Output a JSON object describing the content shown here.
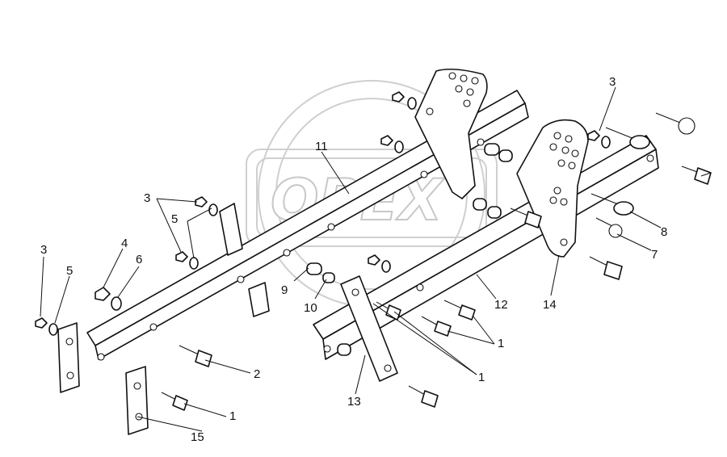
{
  "watermark": {
    "text": "OPEX"
  },
  "callouts": [
    {
      "id": "c3a",
      "label": "3"
    },
    {
      "id": "c5a",
      "label": "5"
    },
    {
      "id": "c4",
      "label": "4"
    },
    {
      "id": "c6",
      "label": "6"
    },
    {
      "id": "c3b",
      "label": "3"
    },
    {
      "id": "c5b",
      "label": "5"
    },
    {
      "id": "c11",
      "label": "11"
    },
    {
      "id": "c3c",
      "label": "3"
    },
    {
      "id": "c9",
      "label": "9"
    },
    {
      "id": "c10",
      "label": "10"
    },
    {
      "id": "c2",
      "label": "2"
    },
    {
      "id": "c1a",
      "label": "1"
    },
    {
      "id": "c15",
      "label": "15"
    },
    {
      "id": "c13",
      "label": "13"
    },
    {
      "id": "c1b",
      "label": "1"
    },
    {
      "id": "c1c",
      "label": "1"
    },
    {
      "id": "c12",
      "label": "12"
    },
    {
      "id": "c14",
      "label": "14"
    },
    {
      "id": "c7",
      "label": "7"
    },
    {
      "id": "c8",
      "label": "8"
    }
  ]
}
